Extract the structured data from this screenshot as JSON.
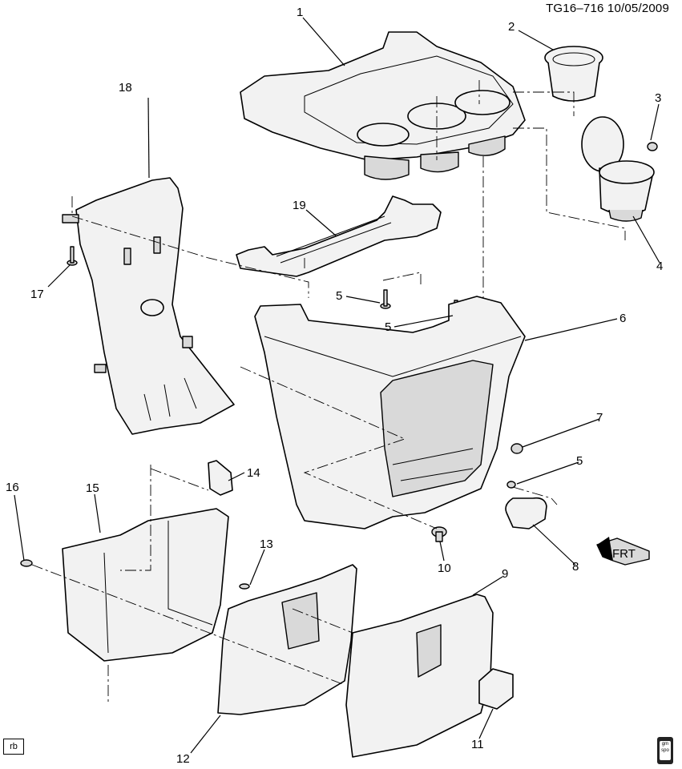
{
  "header": {
    "ref_code": "TG16–716  10/05/2009"
  },
  "footer": {
    "author_initials": "rb",
    "logo_text": "gm spo"
  },
  "orientation": {
    "label": "FRT"
  },
  "callouts": {
    "c1": "1",
    "c2": "2",
    "c3": "3",
    "c4": "4",
    "c5a": "5",
    "c5b": "5",
    "c5c": "5",
    "c6": "6",
    "c7": "7",
    "c8": "8",
    "c9": "9",
    "c10": "10",
    "c11": "11",
    "c12": "12",
    "c13": "13",
    "c14": "14",
    "c15": "15",
    "c16": "16",
    "c17": "17",
    "c18": "18",
    "c19": "19"
  }
}
